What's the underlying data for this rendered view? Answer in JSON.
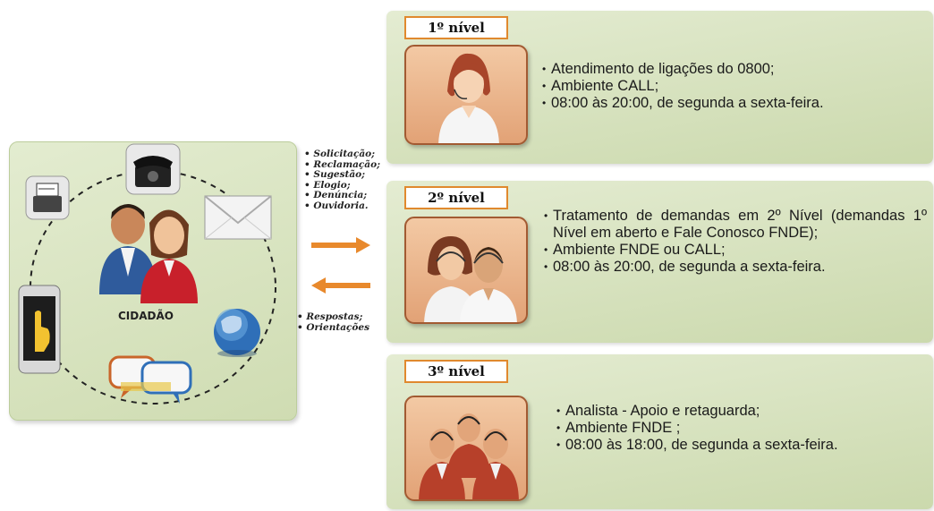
{
  "citizen": {
    "label": "CIDADÃO",
    "icons": [
      "telephone-icon",
      "envelope-icon",
      "globe-icon",
      "chat-bubbles-icon",
      "smartphone-icon",
      "fax-icon",
      "citizens-icon"
    ]
  },
  "requests": [
    "Solicitação;",
    "Reclamação;",
    "Sugestão;",
    "Elogio;",
    "Denúncia;",
    "Ouvidoria."
  ],
  "responses": [
    "Respostas;",
    "Orientações"
  ],
  "levels": [
    {
      "title": "1º nível",
      "items": [
        "Atendimento de ligações do 0800;",
        "Ambiente CALL;",
        "08:00 às 20:00, de segunda a sexta-feira."
      ]
    },
    {
      "title": "2º nível",
      "items": [
        "Tratamento de demandas em 2º Nível (demandas 1º Nível em aberto e Fale Conosco FNDE);",
        "Ambiente FNDE ou CALL;",
        "08:00 às 20:00, de segunda a sexta-feira."
      ]
    },
    {
      "title": "3º nível",
      "items": [
        "Analista - Apoio e retaguarda;",
        "Ambiente FNDE ;",
        "08:00 às 18:00, de segunda a sexta-feira."
      ]
    }
  ],
  "colors": {
    "panel_green": "#d6e2bd",
    "title_border": "#e0892e",
    "arrow_orange": "#e8892c",
    "avatar_bg": "#eab58b"
  }
}
